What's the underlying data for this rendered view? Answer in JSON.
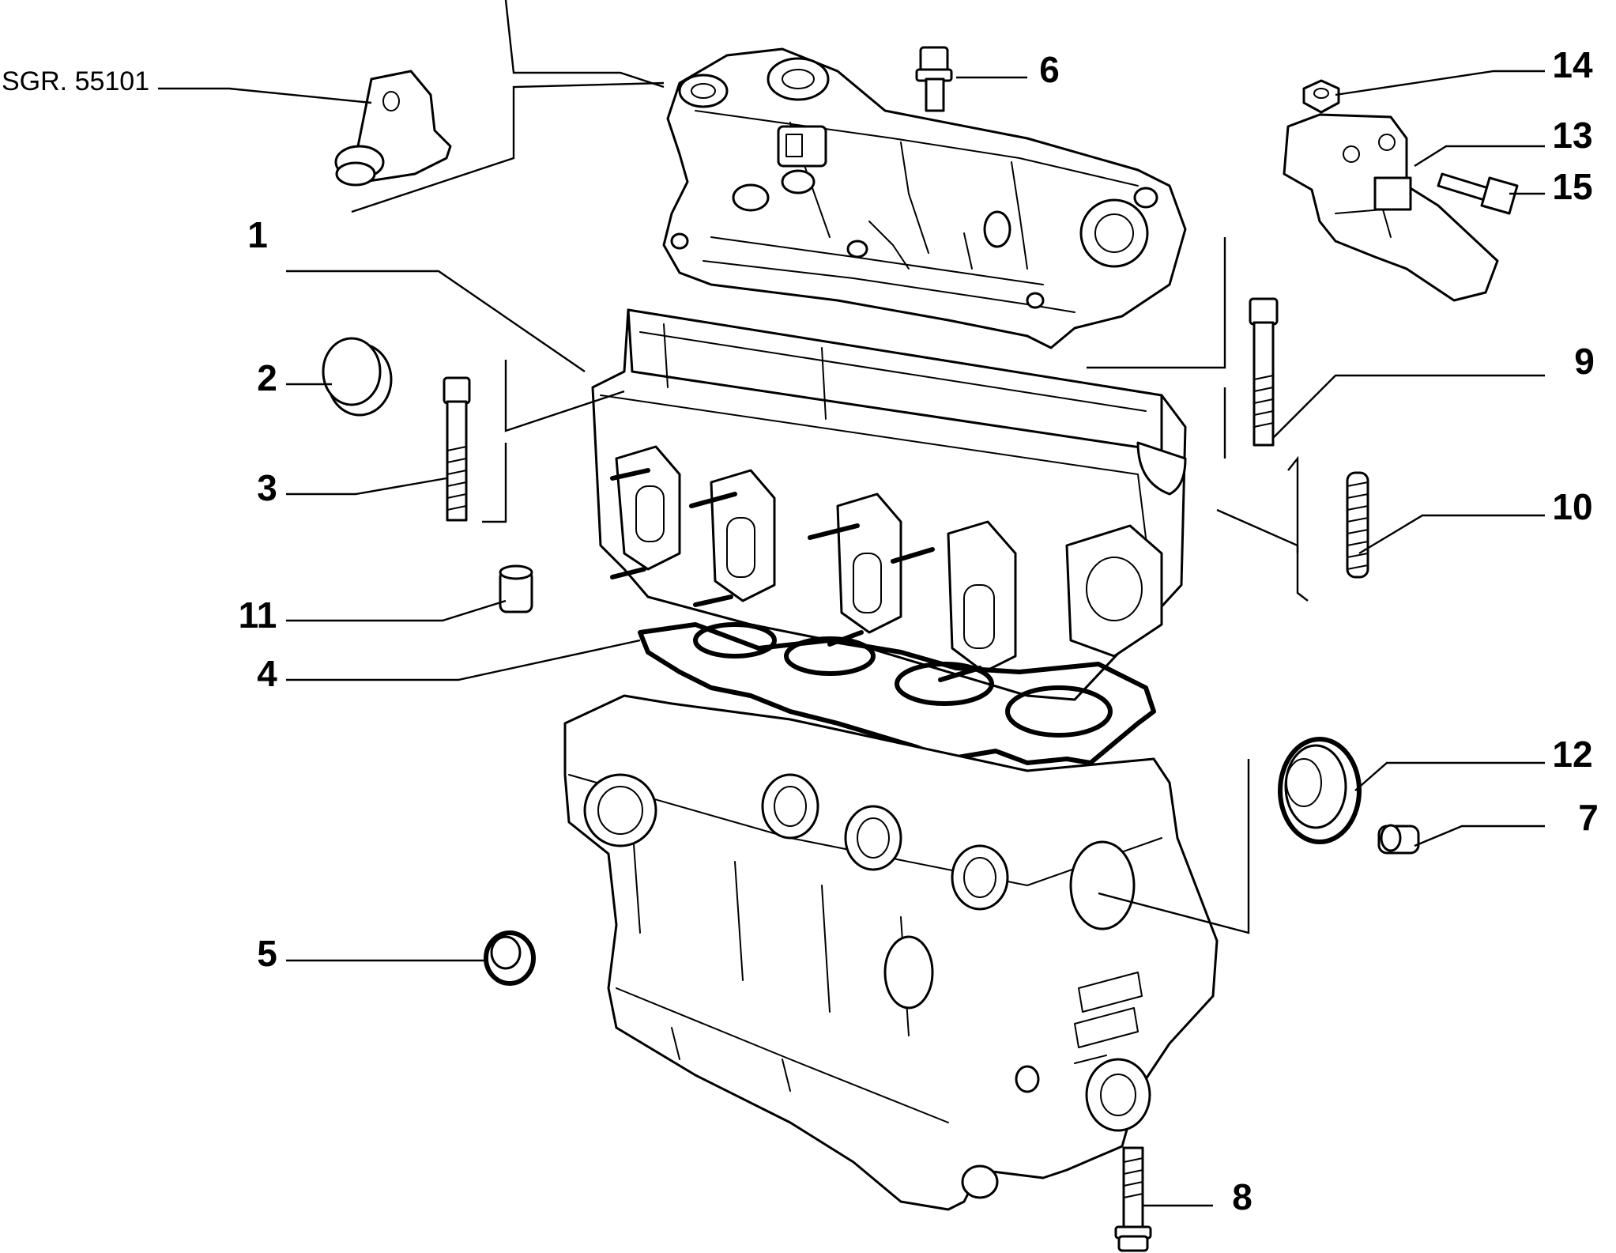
{
  "figure": {
    "reference_label": "SGR. 55101",
    "callouts": [
      {
        "number": "1",
        "part": "cylinder-head"
      },
      {
        "number": "2",
        "part": "tappet-cup"
      },
      {
        "number": "3",
        "part": "head-bolt"
      },
      {
        "number": "4",
        "part": "head-gasket"
      },
      {
        "number": "5",
        "part": "plug"
      },
      {
        "number": "6",
        "part": "cover-bolt"
      },
      {
        "number": "7",
        "part": "plug-screw"
      },
      {
        "number": "8",
        "part": "bolt"
      },
      {
        "number": "9",
        "part": "head-bolt"
      },
      {
        "number": "10",
        "part": "stud"
      },
      {
        "number": "11",
        "part": "dowel"
      },
      {
        "number": "12",
        "part": "cap"
      },
      {
        "number": "13",
        "part": "bracket"
      },
      {
        "number": "14",
        "part": "nut"
      },
      {
        "number": "15",
        "part": "bolt"
      }
    ]
  }
}
